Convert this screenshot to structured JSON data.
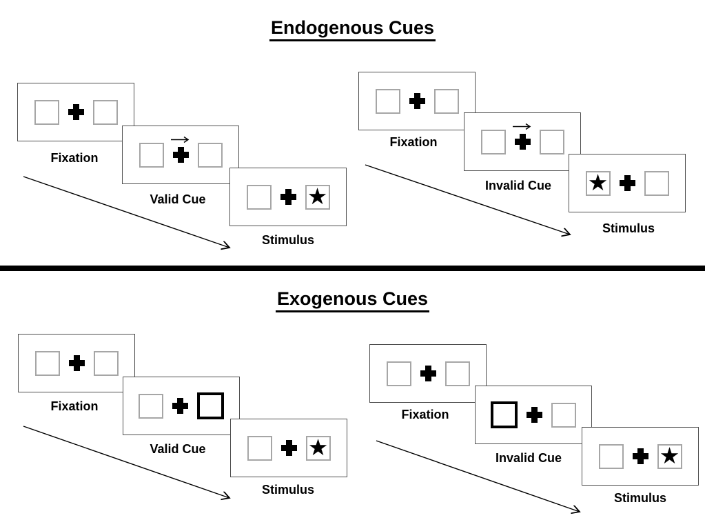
{
  "glyphs": {
    "star": "★"
  },
  "colors": {
    "background": "#ffffff",
    "text": "#000000",
    "panel_border": "#4d4d4d",
    "placeholder_box_border": "#a6a6a6",
    "cue_box_border": "#000000",
    "divider": "#000000"
  },
  "sections": [
    {
      "title": "Endogenous Cues",
      "groups": [
        {
          "id": "endogenous-valid",
          "panels": [
            {
              "label": "Fixation",
              "type": "fixation"
            },
            {
              "label": "Valid Cue",
              "type": "arrow-cue",
              "cue_direction": "right"
            },
            {
              "label": "Stimulus",
              "type": "stimulus",
              "star_side": "right"
            }
          ]
        },
        {
          "id": "endogenous-invalid",
          "panels": [
            {
              "label": "Fixation",
              "type": "fixation"
            },
            {
              "label": "Invalid Cue",
              "type": "arrow-cue",
              "cue_direction": "right"
            },
            {
              "label": "Stimulus",
              "type": "stimulus",
              "star_side": "left"
            }
          ]
        }
      ]
    },
    {
      "title": "Exogenous Cues",
      "groups": [
        {
          "id": "exogenous-valid",
          "panels": [
            {
              "label": "Fixation",
              "type": "fixation"
            },
            {
              "label": "Valid Cue",
              "type": "box-cue",
              "cue_side": "right"
            },
            {
              "label": "Stimulus",
              "type": "stimulus",
              "star_side": "right"
            }
          ]
        },
        {
          "id": "exogenous-invalid",
          "panels": [
            {
              "label": "Fixation",
              "type": "fixation"
            },
            {
              "label": "Invalid Cue",
              "type": "box-cue",
              "cue_side": "left"
            },
            {
              "label": "Stimulus",
              "type": "stimulus",
              "star_side": "right"
            }
          ]
        }
      ]
    }
  ]
}
